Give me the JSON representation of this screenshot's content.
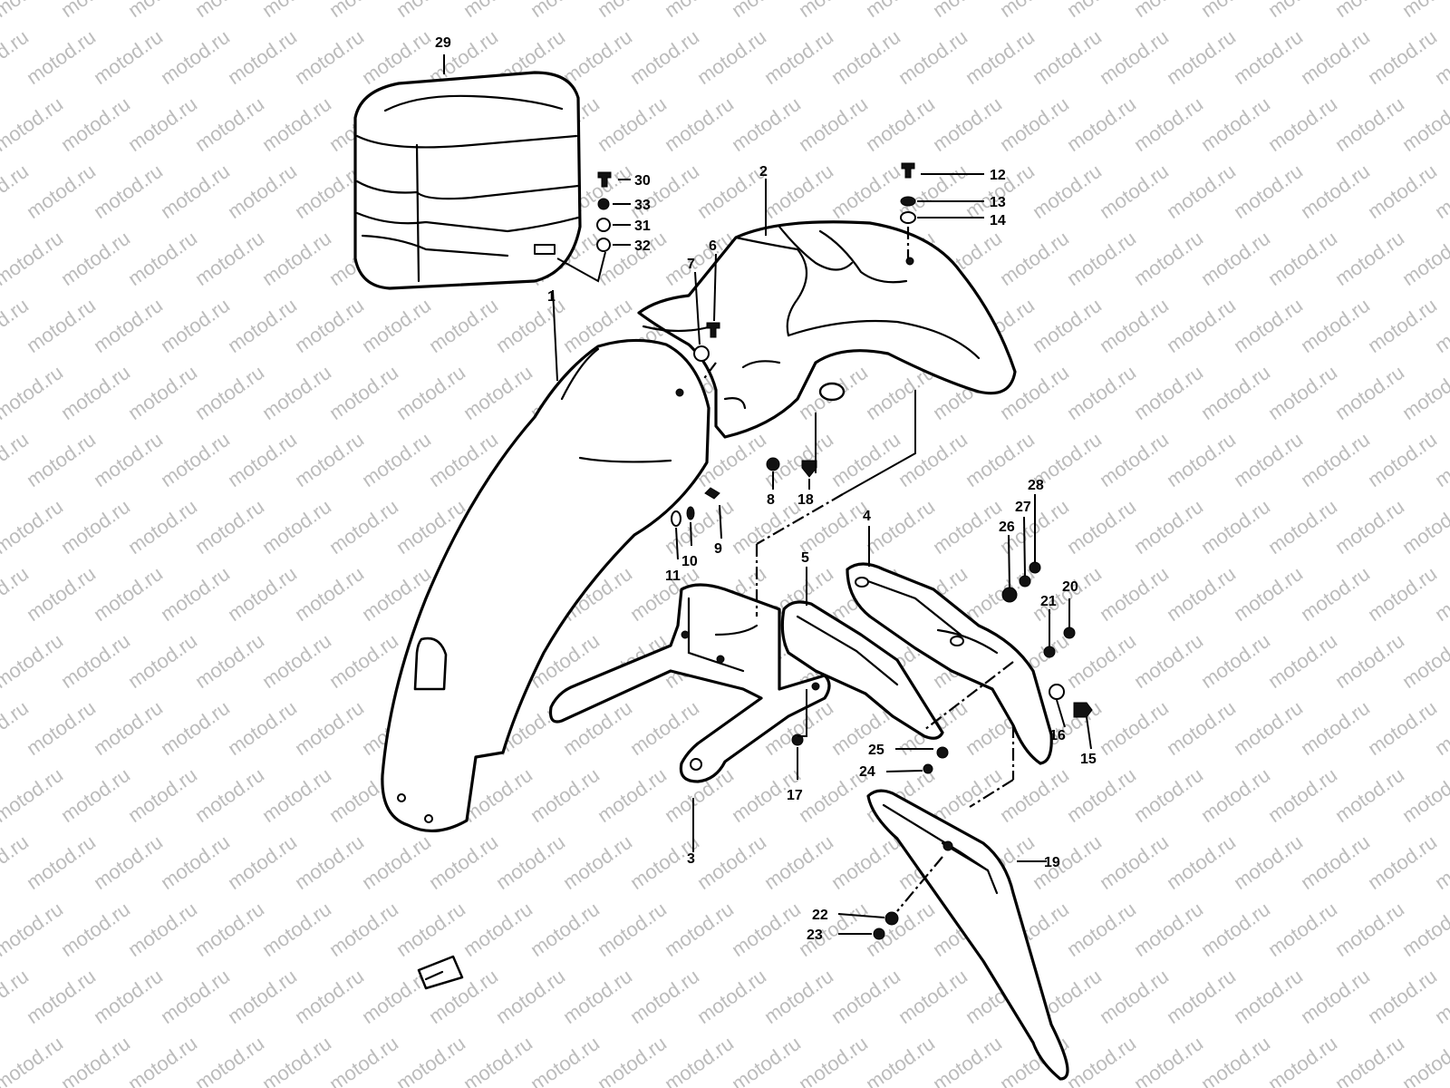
{
  "watermark": "motod.ru",
  "callouts": [
    {
      "id": "1",
      "label": "1"
    },
    {
      "id": "2",
      "label": "2"
    },
    {
      "id": "3",
      "label": "3"
    },
    {
      "id": "4",
      "label": "4"
    },
    {
      "id": "5",
      "label": "5"
    },
    {
      "id": "6",
      "label": "6"
    },
    {
      "id": "7",
      "label": "7"
    },
    {
      "id": "8",
      "label": "8"
    },
    {
      "id": "9",
      "label": "9"
    },
    {
      "id": "10",
      "label": "10"
    },
    {
      "id": "11",
      "label": "11"
    },
    {
      "id": "12",
      "label": "12"
    },
    {
      "id": "13",
      "label": "13"
    },
    {
      "id": "14",
      "label": "14"
    },
    {
      "id": "15",
      "label": "15"
    },
    {
      "id": "16",
      "label": "16"
    },
    {
      "id": "17",
      "label": "17"
    },
    {
      "id": "18",
      "label": "18"
    },
    {
      "id": "19",
      "label": "19"
    },
    {
      "id": "20",
      "label": "20"
    },
    {
      "id": "21",
      "label": "21"
    },
    {
      "id": "22",
      "label": "22"
    },
    {
      "id": "23",
      "label": "23"
    },
    {
      "id": "24",
      "label": "24"
    },
    {
      "id": "25",
      "label": "25"
    },
    {
      "id": "26",
      "label": "26"
    },
    {
      "id": "27",
      "label": "27"
    },
    {
      "id": "28",
      "label": "28"
    },
    {
      "id": "29",
      "label": "29"
    },
    {
      "id": "30",
      "label": "30"
    },
    {
      "id": "31",
      "label": "31"
    },
    {
      "id": "32",
      "label": "32"
    },
    {
      "id": "33",
      "label": "33"
    }
  ],
  "colors": {
    "line": "#000000",
    "background": "#ffffff",
    "watermark": "#bcbcbc"
  }
}
